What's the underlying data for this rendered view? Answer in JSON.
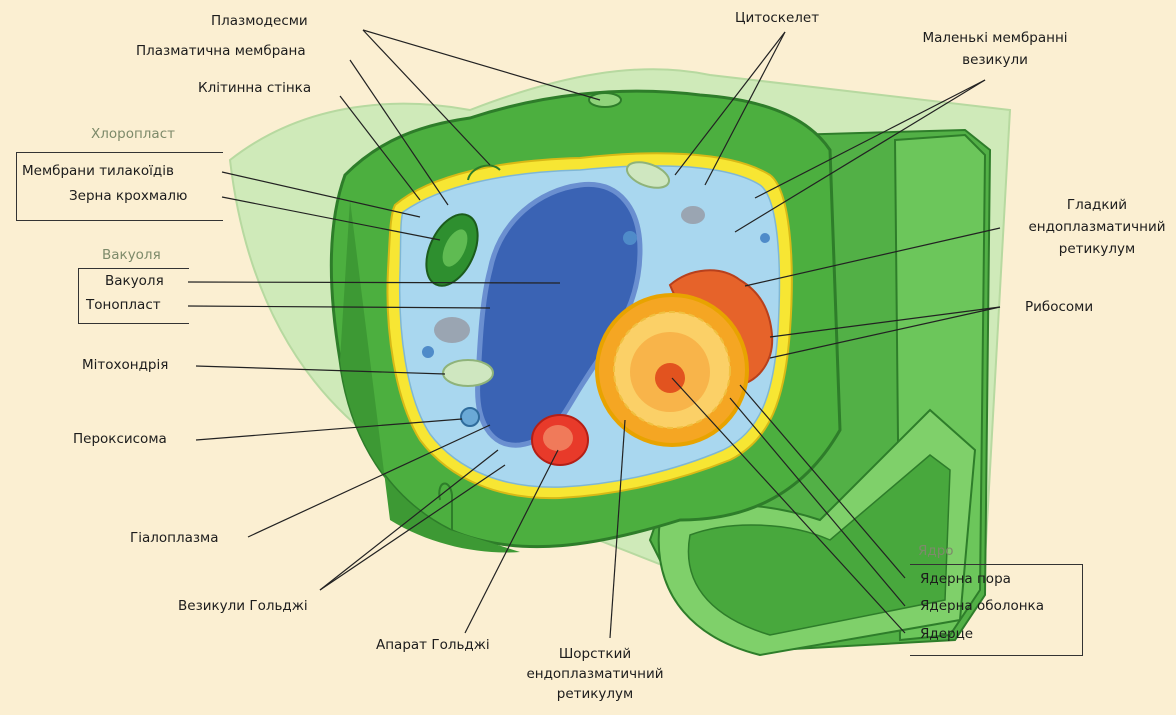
{
  "groups": {
    "chloroplast": "Хлоропласт",
    "vacuole": "Вакуоля",
    "nucleus": "Ядро"
  },
  "labels": {
    "plasmodesmata": "Плазмодесми",
    "plasma_membrane": "Плазматична мембрана",
    "cell_wall": "Клітинна стінка",
    "thylakoid_membranes": "Мембрани тилакоїдів",
    "starch_grains": "Зерна крохмалю",
    "vacuole": "Вакуоля",
    "tonoplast": "Тонопласт",
    "mitochondrion": "Мітохондрія",
    "peroxisome": "Пероксисома",
    "hyaloplasm": "Гіалоплазма",
    "golgi_vesicles": "Везикули Гольджі",
    "golgi_apparatus": "Апарат Гольджі",
    "rough_er_1": "Шорсткий",
    "rough_er_2": "ендоплазматичний",
    "rough_er_3": "ретикулум",
    "cytoskeleton": "Цитоскелет",
    "small_vesicles_1": "Маленькі мембранні",
    "small_vesicles_2": "везикули",
    "smooth_er_1": "Гладкий",
    "smooth_er_2": "ендоплазматичний",
    "smooth_er_3": "ретикулум",
    "ribosomes": "Рибосоми",
    "nuclear_pore": "Ядерна пора",
    "nuclear_envelope": "Ядерна оболонка",
    "nucleolus": "Ядерце"
  },
  "colors": {
    "background": "#fbefd2",
    "cell_wall_dark": "#3f9a3a",
    "cell_wall_light": "#9fd789",
    "cytoplasm": "#a9d7ef",
    "vacuole": "#3a63b4",
    "nucleus": "#f5a623",
    "membrane_yellow": "#f7e633"
  }
}
